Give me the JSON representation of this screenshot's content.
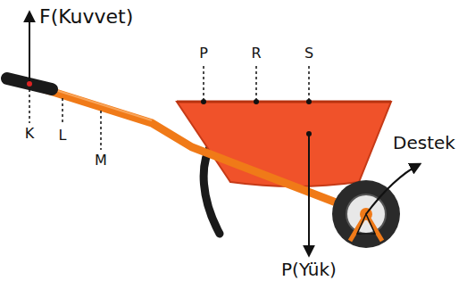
{
  "diagram": {
    "labels": [
      "F(Kuvvet)",
      "P",
      "R",
      "S",
      "K",
      "L",
      "M",
      "Destek",
      "P(Yük)"
    ]
  }
}
